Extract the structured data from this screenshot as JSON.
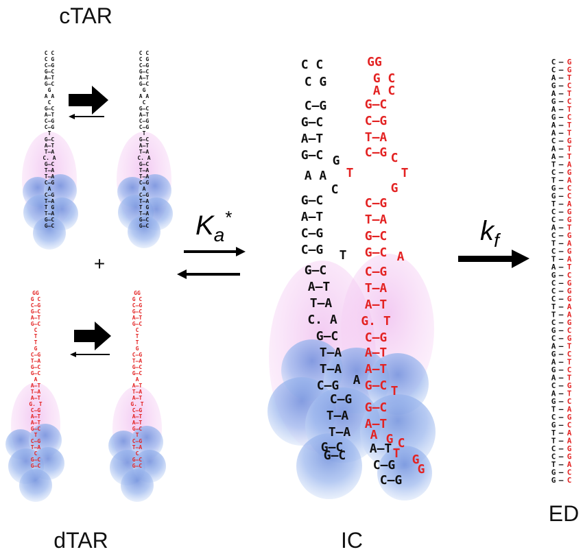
{
  "labels": {
    "ctar": "cTAR",
    "dtar": "dTAR",
    "ic": "IC",
    "ed": "ED",
    "plus": "+",
    "ka_symbol": "K",
    "ka_sub": "a",
    "ka_sup": "*",
    "kf_symbol": "k",
    "kf_sub": "f"
  },
  "colors": {
    "ctar_strand": "#111111",
    "dtar_strand": "#e32222",
    "nc_protein_blue": "#8fb0ea",
    "nc_protein_pink": "#f3b8ee"
  },
  "ic_structure": {
    "black_rows": [
      "C  C",
      "C       G",
      "C–G",
      "G–C",
      "A–T",
      "G–C",
      "G",
      "A      A",
      "C",
      "G–C",
      "A–T",
      "C–G",
      "C–G",
      "T",
      "G–C",
      "A–T",
      "T–A",
      "C. A",
      "G–C",
      "T–A",
      "T–A",
      "C–G",
      "A",
      "C–G",
      "T–A",
      "T–A",
      "G–C",
      "G–C",
      "A–T",
      "C–G",
      "C–G"
    ],
    "red_rows": [
      "GG",
      "G    C",
      "A     C",
      "G–C",
      "C–G",
      "T–A",
      "C–G",
      "C",
      "T",
      "T",
      "G",
      "C–G",
      "T–A",
      "G–C",
      "G–C",
      "A",
      "C–G",
      "T–A",
      "A–T",
      "G. T",
      "C–G",
      "A–T",
      "A–T",
      "G–C",
      "T",
      "G–C",
      "A–T",
      "A",
      "G",
      "C",
      "T",
      "G",
      "G"
    ]
  },
  "ed_duplex": {
    "black": [
      "C",
      "C",
      "A",
      "G",
      "A",
      "G",
      "A",
      "G",
      "A",
      "A",
      "C",
      "A",
      "A",
      "T",
      "C",
      "T",
      "G",
      "G",
      "T",
      "C",
      "C",
      "A",
      "C",
      "T",
      "C",
      "T",
      "A",
      "G",
      "C",
      "C",
      "C",
      "T",
      "T",
      "C",
      "G",
      "C",
      "A",
      "G",
      "A",
      "G",
      "A",
      "C",
      "A",
      "G",
      "T",
      "C",
      "G",
      "T",
      "T",
      "C",
      "C",
      "T",
      "G",
      "G"
    ],
    "red": [
      "G",
      "G",
      "T",
      "C",
      "T",
      "C",
      "T",
      "C",
      "T",
      "T",
      "G",
      "T",
      "T",
      "A",
      "G",
      "A",
      "C",
      "C",
      "A",
      "G",
      "G",
      "T",
      "G",
      "A",
      "G",
      "A",
      "T",
      "C",
      "G",
      "G",
      "G",
      "A",
      "A",
      "G",
      "C",
      "G",
      "T",
      "C",
      "T",
      "C",
      "T",
      "G",
      "T",
      "C",
      "A",
      "G",
      "C",
      "A",
      "A",
      "G",
      "G",
      "A",
      "C",
      "C"
    ]
  }
}
